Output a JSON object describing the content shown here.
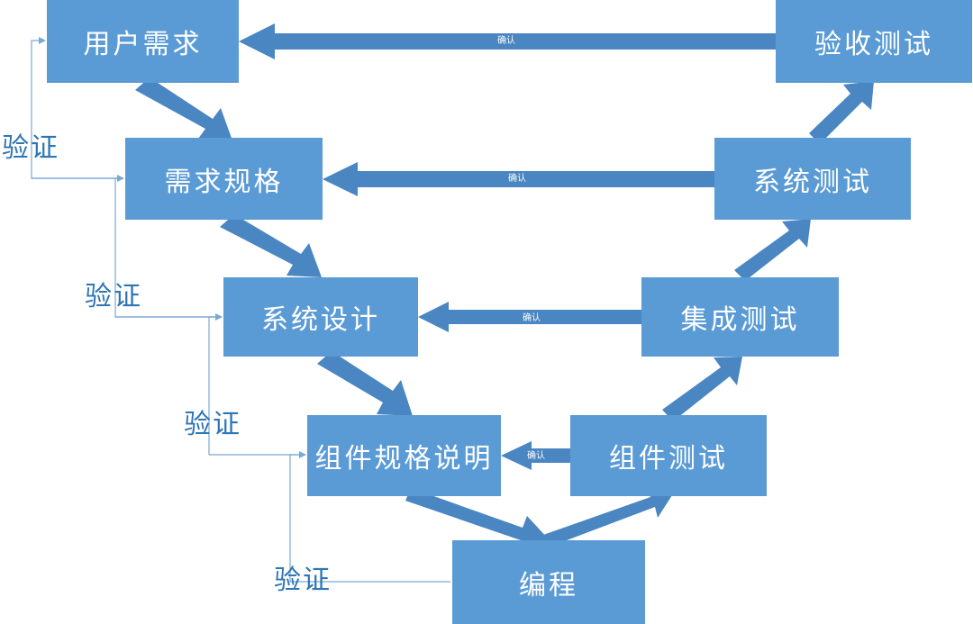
{
  "left_boxes": {
    "user_requirements": "用户需求",
    "requirements_spec": "需求规格",
    "system_design": "系统设计",
    "component_spec": "组件规格说明"
  },
  "bottom_box": {
    "coding": "编程"
  },
  "right_boxes": {
    "component_test": "组件测试",
    "integration_test": "集成测试",
    "system_test": "系统测试",
    "acceptance_test": "验收测试"
  },
  "verify_labels": [
    "验证",
    "验证",
    "验证",
    "验证"
  ],
  "confirm_labels": [
    "确认",
    "确认",
    "确认",
    "确认"
  ],
  "colors": {
    "box_fill": "#5b9bd5",
    "arrow_fill": "#4a86c1",
    "connector_line": "#7aa8d4",
    "verify_text": "#2e75b6",
    "box_text": "#ffffff"
  }
}
